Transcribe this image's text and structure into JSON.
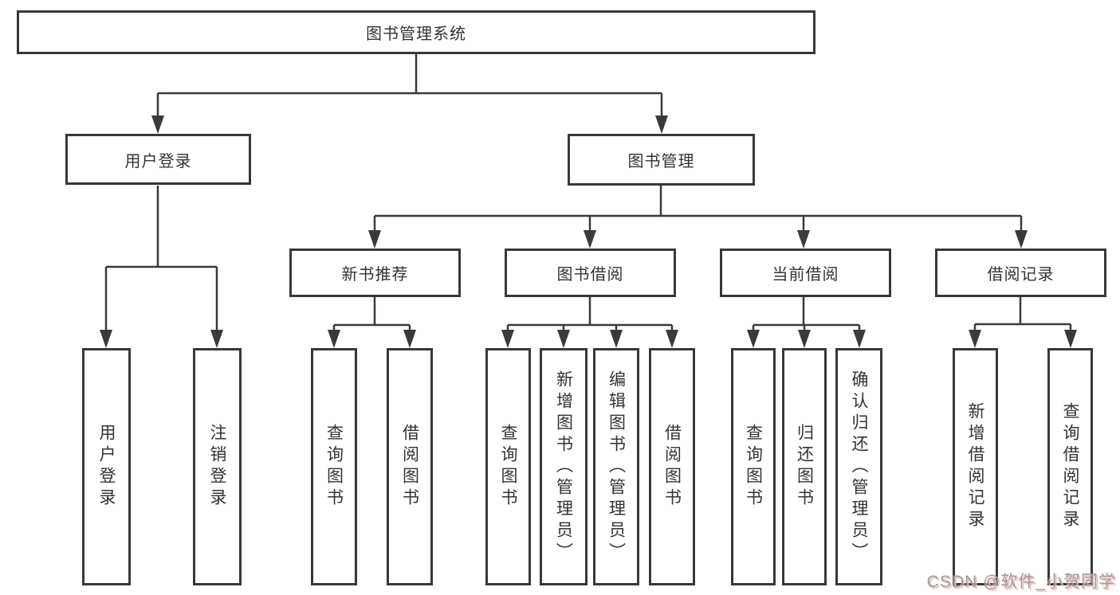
{
  "diagram": {
    "type": "org-tree",
    "root": {
      "label": "图书管理系统"
    },
    "branches": {
      "user_login": {
        "label": "用户登录",
        "children": [
          {
            "label": "用户登录"
          },
          {
            "label": "注销登录"
          }
        ]
      },
      "book_management": {
        "label": "图书管理",
        "children": [
          {
            "label": "新书推荐",
            "children": [
              {
                "label": "查询图书"
              },
              {
                "label": "借阅图书"
              }
            ]
          },
          {
            "label": "图书借阅",
            "children": [
              {
                "label": "查询图书"
              },
              {
                "label": "新增图书（管理员）"
              },
              {
                "label": "编辑图书（管理员）"
              },
              {
                "label": "借阅图书"
              }
            ]
          },
          {
            "label": "当前借阅",
            "children": [
              {
                "label": "查询图书"
              },
              {
                "label": "归还图书"
              },
              {
                "label": "确认归还（管理员）"
              }
            ]
          },
          {
            "label": "借阅记录",
            "children": [
              {
                "label": "新增借阅记录"
              },
              {
                "label": "查询借阅记录"
              }
            ]
          }
        ]
      }
    }
  },
  "watermark": {
    "text": "CSDN @软件_小贺同学"
  },
  "colors": {
    "background": "#ffffff",
    "box_border": "#383838",
    "line": "#3a3a3a",
    "text": "#333333",
    "watermark_text": "#9c9c9c",
    "watermark_shadow": "#f5b4b4"
  }
}
